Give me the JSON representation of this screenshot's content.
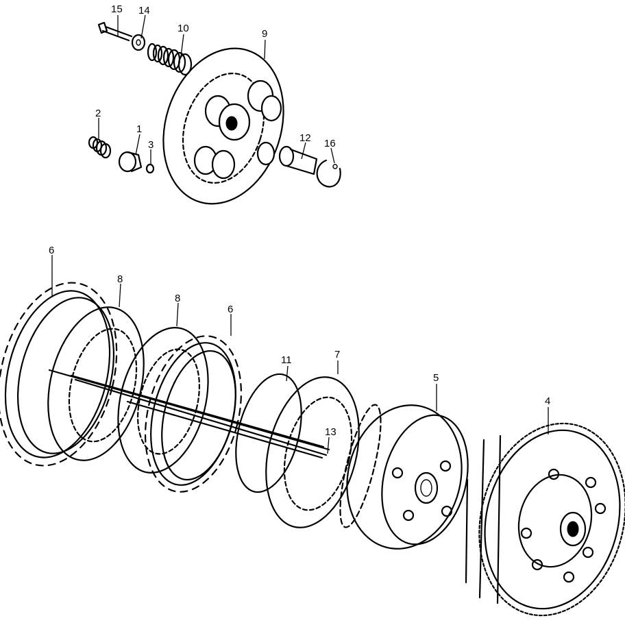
{
  "callouts": {
    "c15": "15",
    "c14": "14",
    "c10": "10",
    "c9": "9",
    "c2": "2",
    "c1": "1",
    "c3": "3",
    "c12": "12",
    "c16": "16",
    "c6a": "6",
    "c8a": "8",
    "c8b": "8",
    "c6b": "6",
    "c11": "11",
    "c7": "7",
    "c13": "13",
    "c5": "5",
    "c4": "4"
  }
}
